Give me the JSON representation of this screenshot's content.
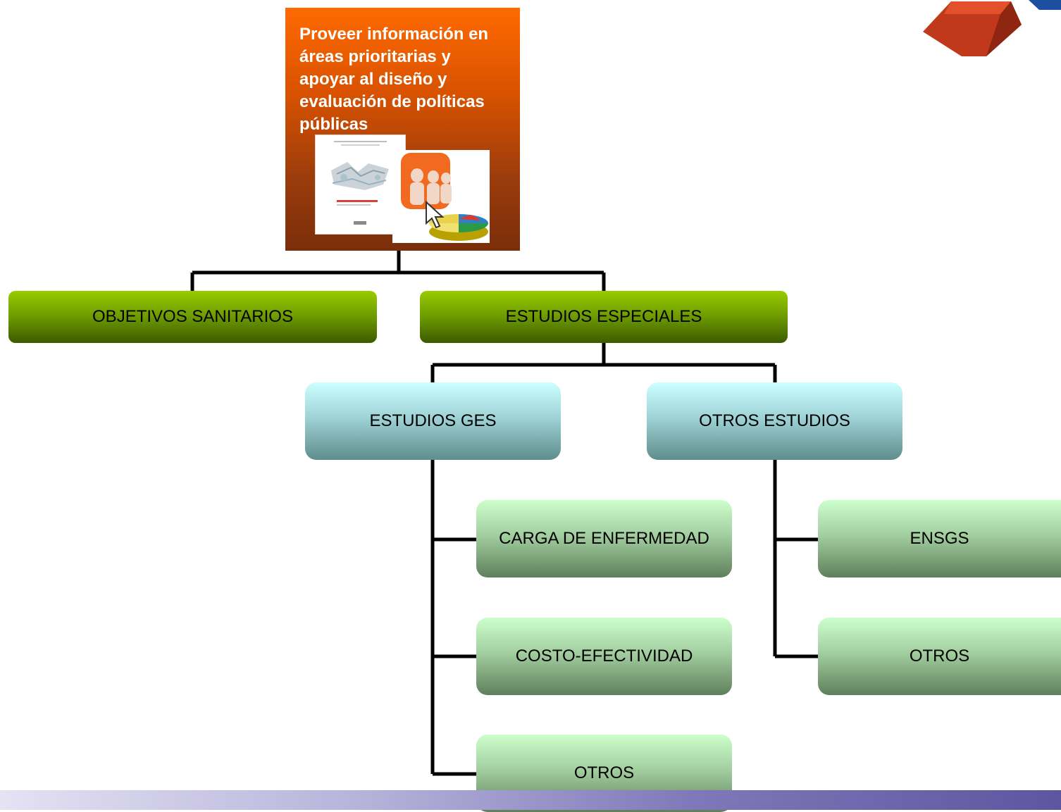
{
  "root": {
    "text": "Proveer información en áreas prioritarias y apoyar al diseño y evaluación de políticas públicas"
  },
  "level1": [
    {
      "label": "OBJETIVOS SANITARIOS"
    },
    {
      "label": "ESTUDIOS ESPECIALES"
    }
  ],
  "level2": [
    {
      "label": "ESTUDIOS GES"
    },
    {
      "label": "OTROS ESTUDIOS"
    }
  ],
  "ges_children": [
    {
      "label": "CARGA DE ENFERMEDAD"
    },
    {
      "label": "COSTO-EFECTIVIDAD"
    },
    {
      "label": "OTROS"
    }
  ],
  "otros_children": [
    {
      "label": "ENSGS"
    },
    {
      "label": "OTROS"
    }
  ],
  "colors": {
    "root": "#e85d04",
    "level1": "#80b000",
    "level2": "#9fd3d6",
    "level3": "#a3cfa0",
    "connector": "#000000"
  }
}
